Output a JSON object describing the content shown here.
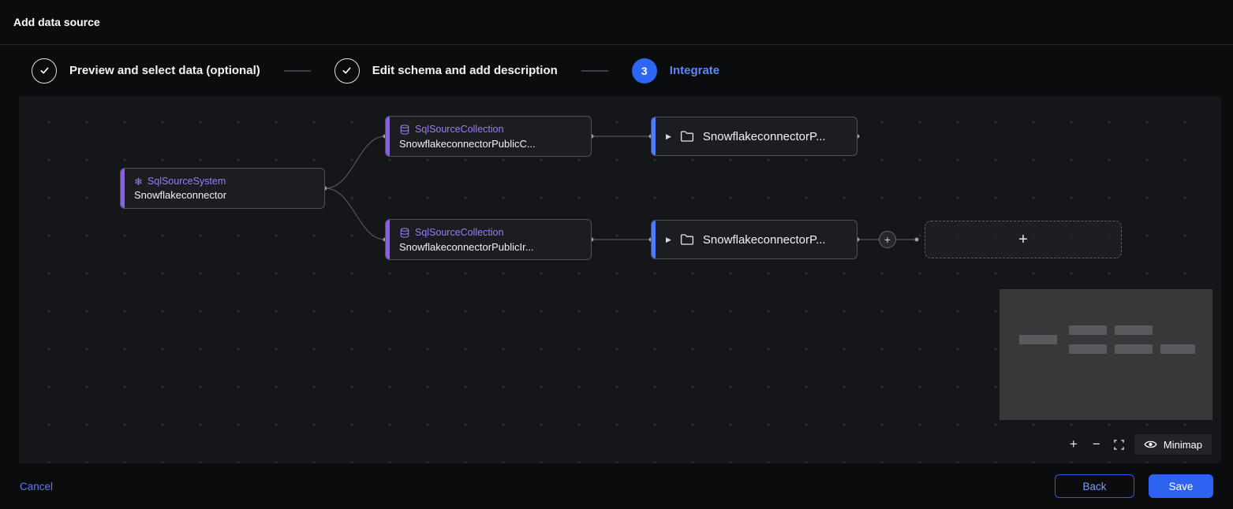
{
  "header": {
    "title": "Add data source"
  },
  "stepper": {
    "steps": [
      {
        "label": "Preview and select data (optional)",
        "state": "done"
      },
      {
        "label": "Edit schema and add description",
        "state": "done"
      },
      {
        "label": "Integrate",
        "number": "3",
        "state": "active"
      }
    ]
  },
  "canvas": {
    "nodes": {
      "source_system": {
        "type_label": "SqlSourceSystem",
        "name": "Snowflakeconnector"
      },
      "collection_top": {
        "type_label": "SqlSourceCollection",
        "name": "SnowflakeconnectorPublicC..."
      },
      "collection_bottom": {
        "type_label": "SqlSourceCollection",
        "name": "SnowflakeconnectorPublicIr..."
      },
      "target_top": {
        "name": "SnowflakeconnectorP..."
      },
      "target_bottom": {
        "name": "SnowflakeconnectorP..."
      }
    },
    "add_connector_label": "+",
    "placeholder_label": "+",
    "controls": {
      "zoom_in": "+",
      "zoom_out": "−",
      "minimap_label": "Minimap"
    }
  },
  "icons": {
    "snowflake": "❄",
    "caret": "▶"
  },
  "colors": {
    "accent_purple": "#8b5cf6",
    "accent_blue": "#4d7cfe",
    "active_step_blue": "#2d66f4",
    "primary_button_blue": "#2e63f1",
    "canvas_background": "#151619"
  },
  "footer": {
    "cancel_label": "Cancel",
    "back_label": "Back",
    "save_label": "Save"
  }
}
